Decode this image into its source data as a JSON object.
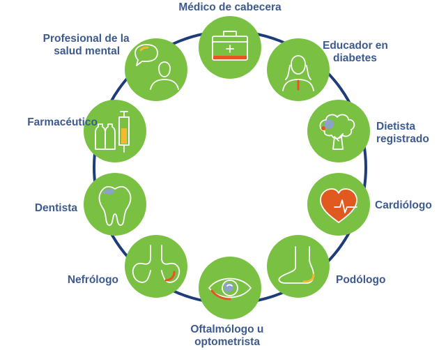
{
  "colors": {
    "node_fill": "#7ac143",
    "ring": "#1f3c7a",
    "label": "#3d5a8f",
    "accent_orange": "#e8531f",
    "accent_yellow": "#f5b82e",
    "accent_blue": "#8aa3c7"
  },
  "nodes": [
    {
      "id": "medico",
      "label_lines": [
        "Médico de cabecera"
      ],
      "icon": "medical-kit-icon"
    },
    {
      "id": "educador",
      "label_lines": [
        "Educador en",
        "diabetes"
      ],
      "icon": "person-icon"
    },
    {
      "id": "dietista",
      "label_lines": [
        "Dietista",
        "registrado"
      ],
      "icon": "broccoli-icon"
    },
    {
      "id": "cardiologo",
      "label_lines": [
        "Cardiólogo"
      ],
      "icon": "heart-pulse-icon"
    },
    {
      "id": "podologo",
      "label_lines": [
        "Podólogo"
      ],
      "icon": "foot-icon"
    },
    {
      "id": "oftalmologo",
      "label_lines": [
        "Oftalmólogo u",
        "optometrista"
      ],
      "icon": "eye-icon"
    },
    {
      "id": "nefrologo",
      "label_lines": [
        "Nefrólogo"
      ],
      "icon": "kidneys-icon"
    },
    {
      "id": "dentista",
      "label_lines": [
        "Dentista"
      ],
      "icon": "tooth-icon"
    },
    {
      "id": "farmaceutico",
      "label_lines": [
        "Farmacéutico"
      ],
      "icon": "pharmacy-vials-icon"
    },
    {
      "id": "salud_mental",
      "label_lines": [
        "Profesional de la",
        "salud mental"
      ],
      "icon": "speech-person-icon"
    }
  ]
}
